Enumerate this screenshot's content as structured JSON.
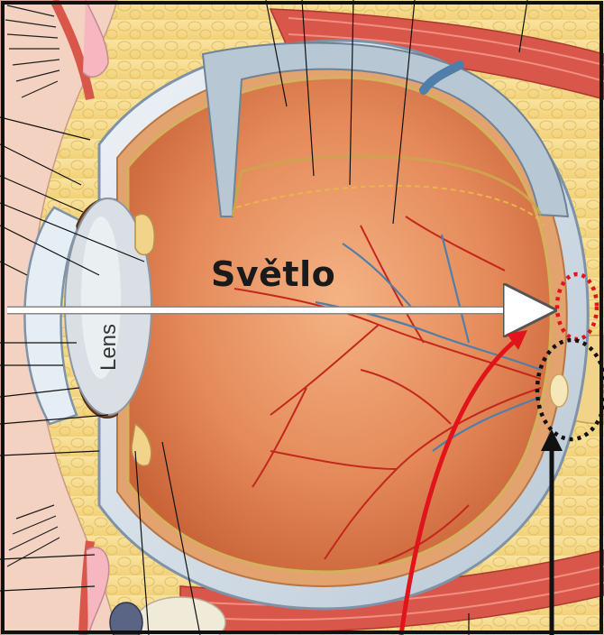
{
  "labels": {
    "light": "Světlo",
    "lens": "Lens"
  },
  "colors": {
    "frame": "#111111",
    "background_fat": "#f7dc8a",
    "muscle": "#d9574a",
    "sclera": "#dfe7ee",
    "vitreous": "#e58a5a",
    "vessel_artery": "#c4281c",
    "vessel_vein": "#4f7fa8",
    "red_marker": "#e0141a",
    "black_marker": "#111111"
  },
  "markers": [
    {
      "name": "fovea-circle",
      "color": "red",
      "style": "dotted"
    },
    {
      "name": "optic-disc-circle",
      "color": "black",
      "style": "dotted"
    }
  ]
}
